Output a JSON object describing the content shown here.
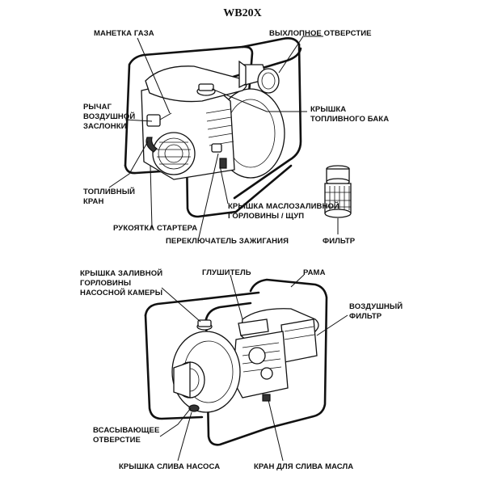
{
  "title": "WB20X",
  "labels_top": {
    "throttle": "МАНЕТКА ГАЗА",
    "exhaust_opening": "ВЫХЛОПНОЕ ОТВЕРСТИЕ",
    "choke_1": "РЫЧАГ",
    "choke_2": "ВОЗДУШНОЙ",
    "choke_3": "ЗАСЛОНКИ",
    "fuel_cap_1": "КРЫШКА",
    "fuel_cap_2": "ТОПЛИВНОГО БАКА",
    "fuel_valve_1": "ТОПЛИВНЫЙ",
    "fuel_valve_2": "КРАН",
    "oil_cap_1": "КРЫШКА МАСЛОЗАЛИВНОЙ",
    "oil_cap_2": "ГОРЛОВИНЫ / ЩУП",
    "starter": "РУКОЯТКА СТАРТЕРА",
    "ignition": "ПЕРЕКЛЮЧАТЕЛЬ ЗАЖИГАНИЯ",
    "filter": "ФИЛЬТР"
  },
  "labels_bottom": {
    "priming_cap_1": "КРЫШКА ЗАЛИВНОЙ",
    "priming_cap_2": "ГОРЛОВИНЫ",
    "priming_cap_3": "НАСОСНОЙ КАМЕРЫ",
    "muffler": "ГЛУШИТЕЛЬ",
    "frame": "РАМА",
    "air_filter_1": "ВОЗДУШНЫЙ",
    "air_filter_2": "ФИЛЬТР",
    "suction_1": "ВСАСЫВАЮЩЕЕ",
    "suction_2": "ОТВЕРСТИЕ",
    "pump_drain": "КРЫШКА СЛИВА НАСОСА",
    "oil_drain": "КРАН ДЛЯ СЛИВА МАСЛА"
  }
}
